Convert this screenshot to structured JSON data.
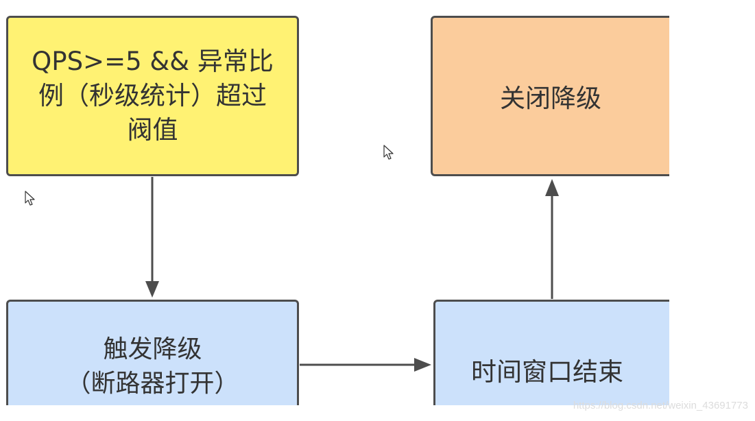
{
  "nodes": {
    "trigger_condition": "QPS>=5 && 异常比\n例（秒级统计）超过\n阀值",
    "trigger_degrade": "触发降级\n（断路器打开）",
    "window_end": "时间窗口结束",
    "close_degrade": "关闭降级"
  },
  "colors": {
    "condition_fill": "#fff273",
    "close_fill": "#fbcc9c",
    "state_fill": "#cce1fb",
    "border": "#4d4d4d",
    "arrow": "#4d4d4d"
  },
  "icons": [
    "mouse-cursor-icon",
    "mouse-cursor-icon"
  ],
  "watermark": "https://blog.csdn.net/weixin_43691773"
}
